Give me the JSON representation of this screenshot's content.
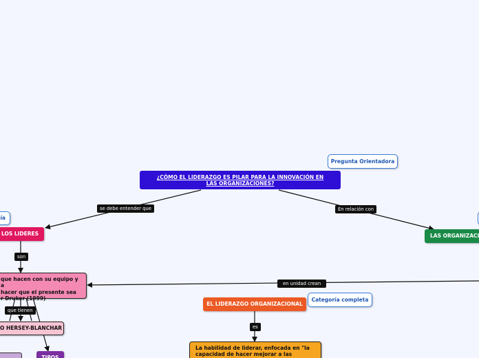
{
  "central_question": "¿CÓMO EL LIDERAZGO ES PILAR PARA LA INNOVACIÓN EN LAS ORGANIZACIONES?",
  "tags": {
    "guiding_question": "Pregunta Orientadora",
    "left_partial": "ía",
    "complete_category": "Categoría completa"
  },
  "nodes": {
    "leaders": "LOS LIDERES",
    "organizations": "LAS ORGANIZACIO",
    "organizational_leadership": "EL LIDERAZGO ORGANIZACIONAL",
    "drucker_definition": "que hacen con su equipo y a\nhacer que el presente sea\nr Druker (1999)",
    "hersey_blanchard": "O HERSEY-BLANCHAR",
    "types": "TIPOS",
    "leadership_ability": "La habilidad de liderar, enfocada en \"la\ncapacidad de hacer mejorar a las personas"
  },
  "connectors": {
    "must_understand": "se debe entender que",
    "in_relation_to": "En relación con",
    "are": "son",
    "in_unity_create": "en unidad crean",
    "that_have": "que tienen",
    "is": "es"
  },
  "colors": {
    "background": "#f4f6ff",
    "central": "#2f0fd6",
    "leaders": "#e0185f",
    "organizations": "#1a8a47",
    "organizational_leadership": "#ec5a25",
    "drucker": "#f48ab4",
    "hersey": "#f7c4d4",
    "types": "#7b2fa0",
    "ability": "#f5a51f"
  }
}
